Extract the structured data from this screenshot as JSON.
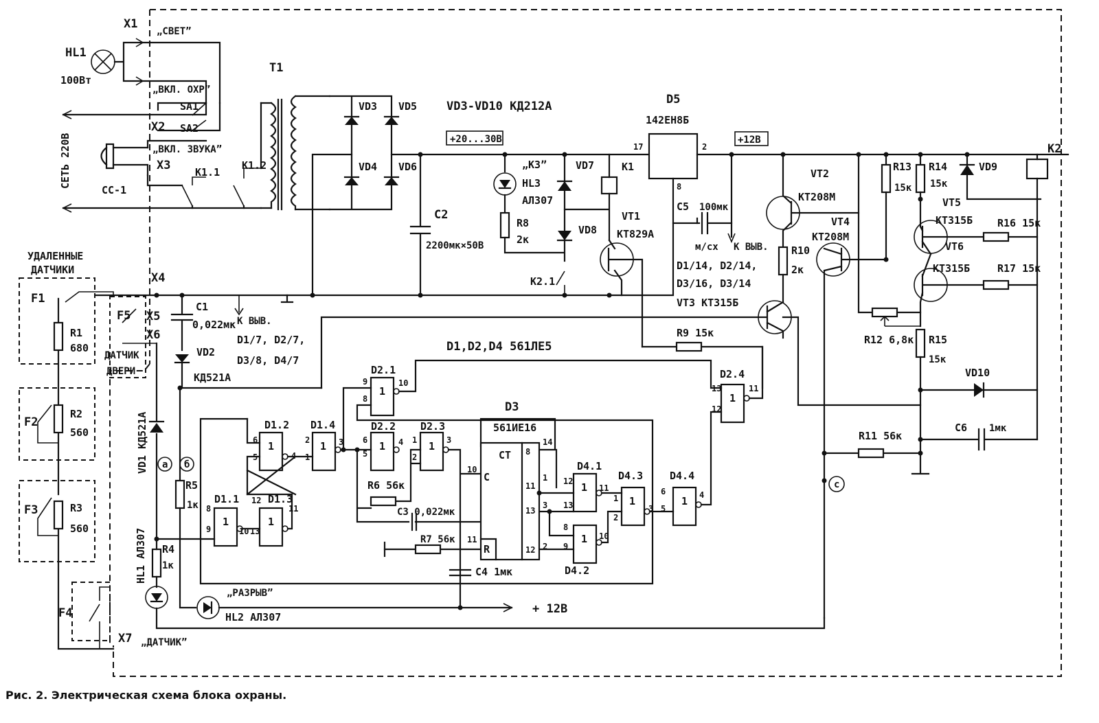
{
  "caption": "Рис. 2. Электрическая схема блока охраны.",
  "labels": {
    "x1": "X1",
    "x2": "X2",
    "x3": "X3",
    "x4": "X4",
    "x5": "X5",
    "x6": "X6",
    "x7": "X7",
    "svet": "„СВЕТ”",
    "vkl_ohr": "„ВКЛ. ОХР”",
    "vkl_zvuka": "„ВКЛ. ЗВУКА”",
    "datchik": "„ДАТЧИК”",
    "hl1_lamp": "HL1",
    "hl1_power": "100Вт",
    "set": "СЕТЬ 220В",
    "cc1": "СС-1",
    "sa1": "SA1",
    "sa2": "SA2",
    "k11": "К1.1",
    "k12": "К1.2",
    "k21": "К2.1",
    "t1": "Т1",
    "vd3": "VD3",
    "vd4": "VD4",
    "vd5": "VD5",
    "vd6": "VD6",
    "vd_range": "VD3-VD10  КД212А",
    "v20_30": "+20...30В",
    "d5": "D5",
    "d5_type": "142ЕН8Б",
    "p17": "17",
    "p2": "2",
    "p8": "8",
    "v12": "+12В",
    "k2": "К2",
    "k3": "„КЗ”",
    "hl3": "HL3",
    "al307": "АЛ307",
    "vd7": "VD7",
    "vd8": "VD8",
    "k1": "К1",
    "c2": "С2",
    "c2_val": "2200мк×50В",
    "r8": "R8",
    "r8_val": "2к",
    "vt1": "VT1",
    "vt1_type": "КТ829А",
    "c5": "С5",
    "c5_val": "100мк",
    "mcx": "м/сх",
    "k_vyv": "К ВЫВ.",
    "d_pins_1": "D1/14, D2/14,",
    "d_pins_2": "D3/16, D3/14",
    "vt3": "VT3 КТ315Б",
    "vt2": "VT2",
    "vt2_type": "КТ208М",
    "r10": "R10",
    "r10_val": "2к",
    "vt4": "VT4",
    "vt4_type": "КТ208М",
    "r13": "R13",
    "r13_val": "15к",
    "r14": "R14",
    "r14_val": "15к",
    "vd9": "VD9",
    "vt5": "VT5",
    "vt5_type": "КТ315Б",
    "vt6": "VT6",
    "vt6_type": "КТ315Б",
    "r16": "R16 15к",
    "r17": "R17 15к",
    "r12": "R12 6,8к",
    "r15": "R15",
    "r15_val": "15к",
    "vd10": "VD10",
    "r11": "R11 56к",
    "c6": "С6",
    "c6_val": "1мк",
    "r9": "R9 15к",
    "c1": "С1",
    "c1_val": "0,022мк",
    "k_vyv2": "К ВЫВ.",
    "d_pins_3": "D1/7, D2/7,",
    "d_pins_4": "D3/8, D4/7",
    "vd2": "VD2",
    "vd2_type": "КД521А",
    "udal_1": "УДАЛЕННЫЕ",
    "udal_2": "ДАТЧИКИ",
    "f1": "F1",
    "f2": "F2",
    "f3": "F3",
    "f4": "F4",
    "f5": "F5",
    "r1": "R1",
    "r1_val": "680",
    "r2": "R2",
    "r2_val": "560",
    "r3": "R3",
    "r3_val": "560",
    "datchik_dveri_1": "ДАТЧИК",
    "datchik_dveri_2": "ДВЕРИ",
    "vd1": "VD1  КД521А",
    "hl1_led": "HL1 АЛ307",
    "ptA": "а",
    "ptB": "б",
    "ptC": "с",
    "r5": "R5",
    "r5_val": "1к",
    "r4": "R4",
    "r4_val": "1к",
    "razryv": "„РАЗРЫВ”",
    "hl2": "HL2  АЛ307",
    "plus12": "+ 12В",
    "d_types": "D1,D2,D4  561ЛЕ5",
    "d11": "D1.1",
    "d12": "D1.2",
    "d13": "D1.3",
    "d14": "D1.4",
    "d21": "D2.1",
    "d22": "D2.2",
    "d23": "D2.3",
    "d24": "D2.4",
    "d41": "D4.1",
    "d42": "D4.2",
    "d43": "D4.3",
    "d44": "D4.4",
    "d3": "D3",
    "d3_type": "561ИЕ16",
    "ct": "СТ",
    "c": "C",
    "r": "R",
    "r6": "R6  56к",
    "c3": "С3  0,022мк",
    "r7": "R7  56к",
    "c4": "С4  1мк",
    "one": "1"
  }
}
